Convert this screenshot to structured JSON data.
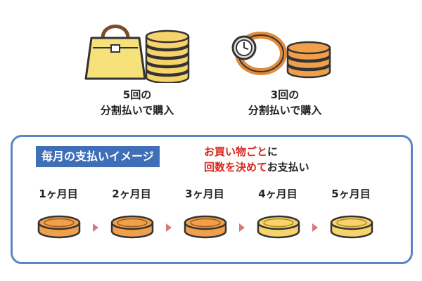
{
  "top": {
    "left_caption_line1": "5回の",
    "left_caption_line2": "分割払いで購入",
    "right_caption_line1": "3回の",
    "right_caption_line2": "分割払いで購入"
  },
  "panel": {
    "tag": "毎月の支払いイメージ",
    "note_red_1": "お買い物ごと",
    "note_blk_1": "に",
    "note_red_2": "回数を決めて",
    "note_blk_2": "お支払い",
    "months": [
      {
        "label": "1ヶ月目",
        "coin": "orange"
      },
      {
        "label": "2ヶ月目",
        "coin": "orange"
      },
      {
        "label": "3ヶ月目",
        "coin": "orange"
      },
      {
        "label": "4ヶ月目",
        "coin": "yellow"
      },
      {
        "label": "5ヶ月目",
        "coin": "yellow"
      }
    ]
  },
  "colors": {
    "orange_coin": "#f0a04a",
    "yellow_coin": "#f7d36b",
    "panel_border": "#5b86c2",
    "tag_bg": "#3f6fb7",
    "accent_red": "#d7261c"
  }
}
